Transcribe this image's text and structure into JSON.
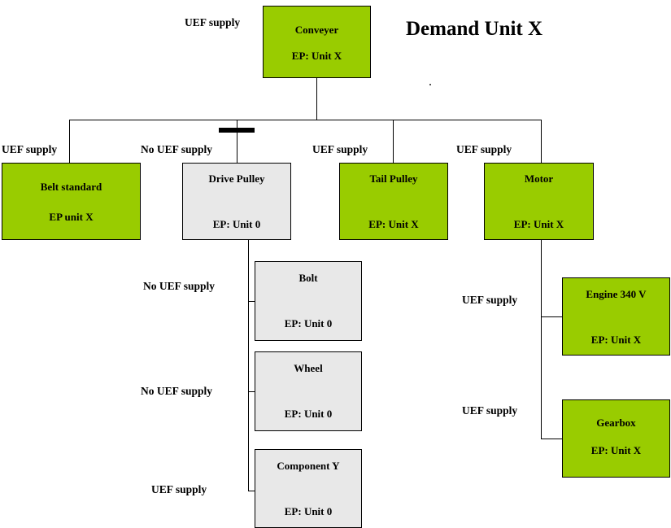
{
  "diagram": {
    "title": "Demand Unit X",
    "colors": {
      "supplied": "#99cc00",
      "not_supplied": "#e8e8e8",
      "line": "#000000",
      "background": "#ffffff"
    },
    "nodes": {
      "conveyer": {
        "title": "Conveyer",
        "sub": "EP: Unit X",
        "status": "UEF supply"
      },
      "belt": {
        "title": "Belt standard",
        "sub": "EP unit X",
        "status": "UEF supply"
      },
      "drive_pulley": {
        "title": "Drive Pulley",
        "sub": "EP: Unit 0",
        "status": "No UEF supply"
      },
      "tail_pulley": {
        "title": "Tail Pulley",
        "sub": "EP: Unit X",
        "status": "UEF supply"
      },
      "motor": {
        "title": "Motor",
        "sub": "EP: Unit X",
        "status": "UEF supply"
      },
      "bolt": {
        "title": "Bolt",
        "sub": "EP: Unit 0",
        "status": "No UEF supply"
      },
      "wheel": {
        "title": "Wheel",
        "sub": "EP: Unit 0",
        "status": "No UEF supply"
      },
      "component_y": {
        "title": "Component Y",
        "sub": "EP: Unit 0",
        "status": "UEF supply"
      },
      "engine": {
        "title": "Engine 340 V",
        "sub": "EP: Unit X",
        "status": "UEF supply"
      },
      "gearbox": {
        "title": "Gearbox",
        "sub": "EP: Unit X",
        "status": "UEF supply"
      }
    },
    "labels": {
      "conveyer_supply": "UEF supply",
      "belt_supply": "UEF supply",
      "drive_pulley_supply": "No UEF supply",
      "tail_pulley_supply": "UEF supply",
      "motor_supply": "UEF supply",
      "bolt_supply": "No UEF supply",
      "wheel_supply": "No UEF supply",
      "component_y_supply": "UEF supply",
      "engine_supply": "UEF supply",
      "gearbox_supply": "UEF supply"
    }
  }
}
